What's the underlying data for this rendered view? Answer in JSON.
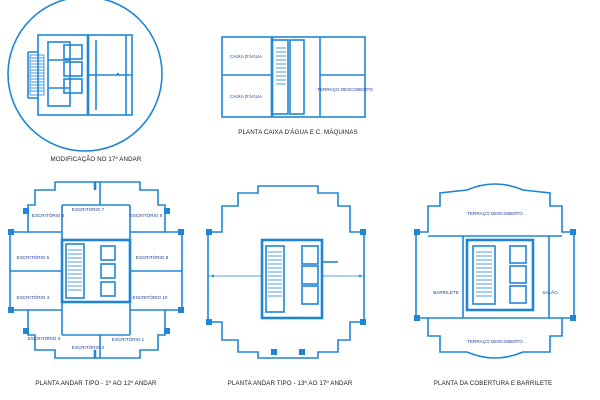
{
  "drawings": [
    {
      "id": "modificacao",
      "caption": "MODIFICAÇÃO NO 17º ANDAR",
      "rooms": []
    },
    {
      "id": "caixa-agua",
      "caption": "PLANTA CAIXA D'ÁGUA E C. MÁQUINAS",
      "rooms": [
        "CAIXA D'ÁGUA",
        "CAIXA D'ÁGUA",
        "TERRAÇO DESCOBERTO"
      ]
    },
    {
      "id": "andar-tipo-1-12",
      "caption": "PLANTA ANDAR TIPO - 1º AO 12º ANDAR",
      "rooms": [
        "ESCRITÓRIO 6",
        "ESCRITÓRIO 7",
        "ESCRITÓRIO 8",
        "ESCRITÓRIO 5",
        "ESCRITÓRIO 9",
        "ESCRITÓRIO 4",
        "ESCRITÓRIO 10",
        "ESCRITÓRIO 3",
        "ESCRITÓRIO 2",
        "ESCRITÓRIO 1"
      ]
    },
    {
      "id": "andar-tipo-13-17",
      "caption": "PLANTA ANDAR TIPO - 13º AO 17º ANDAR",
      "rooms": []
    },
    {
      "id": "cobertura",
      "caption": "PLANTA DA COBERTURA E BARRILETE",
      "rooms": [
        "TERRAÇO DESCOBERTO",
        "BARRILETE",
        "SALÃO",
        "TERRAÇO DESCOBERTO"
      ]
    }
  ],
  "colors": {
    "line": "#1f86d6",
    "label": "#1d3f9e",
    "caption": "#1a1a1a"
  }
}
